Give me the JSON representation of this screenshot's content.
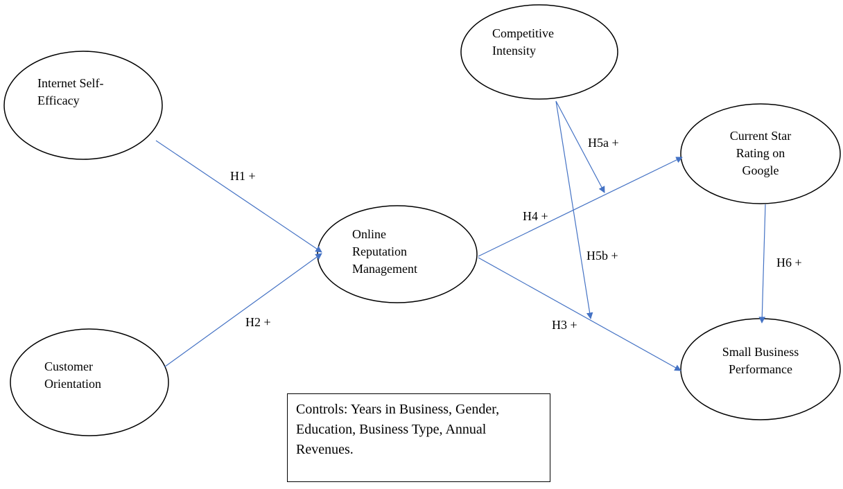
{
  "nodes": {
    "internet_self_efficacy": "Internet Self-\nEfficacy",
    "customer_orientation": "Customer\nOrientation",
    "online_reputation_management": "Online\nReputation\nManagement",
    "competitive_intensity": "Competitive\nIntensity",
    "current_star_rating": "Current Star\nRating on\nGoogle",
    "small_business_performance": "Small Business\nPerformance"
  },
  "edges": {
    "h1": "H1 +",
    "h2": "H2 +",
    "h3": "H3 +",
    "h4": "H4 +",
    "h5a": "H5a +",
    "h5b": "H5b +",
    "h6": "H6 +"
  },
  "controls_note": "Controls: Years in Business, Gender, Education, Business Type, Annual Revenues.",
  "colors": {
    "arrow": "#4472C4",
    "node_stroke": "#000000",
    "text": "#000000"
  }
}
